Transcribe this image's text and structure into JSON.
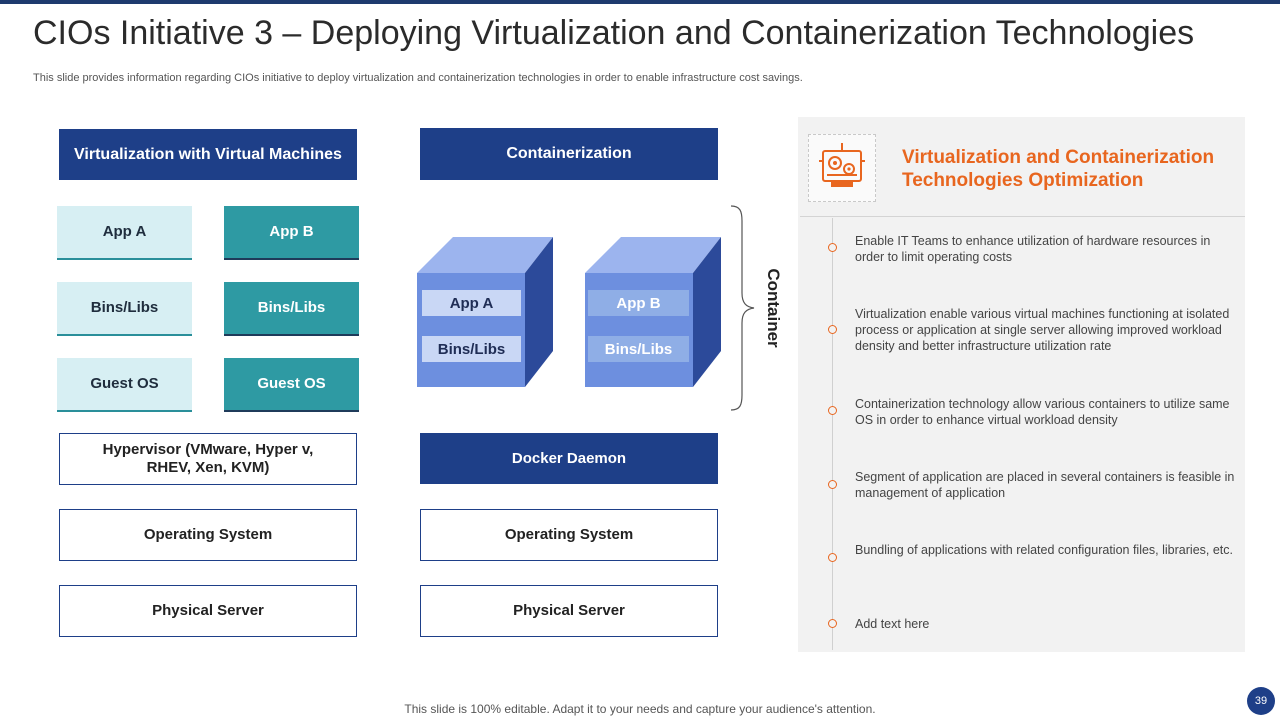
{
  "title": "CIOs Initiative 3 – Deploying Virtualization and Containerization Technologies",
  "subtitle": "This slide provides information regarding CIOs initiative to deploy virtualization and containerization technologies in order to enable infrastructure cost savings.",
  "virtualization": {
    "header": "Virtualization with Virtual Machines",
    "vm_a": {
      "app": "App A",
      "bins": "Bins/Libs",
      "os": "Guest OS"
    },
    "vm_b": {
      "app": "App B",
      "bins": "Bins/Libs",
      "os": "Guest OS"
    },
    "hypervisor": "Hypervisor (VMware, Hyper v, RHEV, Xen, KVM)",
    "operating_system": "Operating System",
    "physical_server": "Physical Server"
  },
  "containerization": {
    "header": "Containerization",
    "container_a": {
      "app": "App A",
      "bins": "Bins/Libs"
    },
    "container_b": {
      "app": "App B",
      "bins": "Bins/Libs"
    },
    "container_label": "Container",
    "docker_daemon": "Docker Daemon",
    "operating_system": "Operating System",
    "physical_server": "Physical Server"
  },
  "panel": {
    "icon": "server-gears-icon",
    "title": "Virtualization and Containerization Technologies Optimization",
    "items": [
      "Enable IT Teams to enhance utilization of hardware resources in order to limit operating costs",
      "Virtualization enable various virtual machines functioning at isolated process or application at single server allowing improved workload density and better infrastructure utilization rate",
      "Containerization technology allow various containers to utilize same OS in order to enhance virtual workload density",
      "Segment of application are placed in several containers is feasible in management of application",
      "Bundling of applications with related configuration files, libraries, etc.",
      "Add text here"
    ]
  },
  "footer": "This slide is 100% editable. Adapt it to your needs and capture your audience's attention.",
  "page_number": "39",
  "colors": {
    "navy": "#1e3f88",
    "teal": "#2e9aa3",
    "light_teal": "#d7eff3",
    "orange": "#e8661f",
    "cube_front": "#6d8fdf",
    "cube_side": "#2c4a9a",
    "cube_top": "#9cb4ee"
  }
}
